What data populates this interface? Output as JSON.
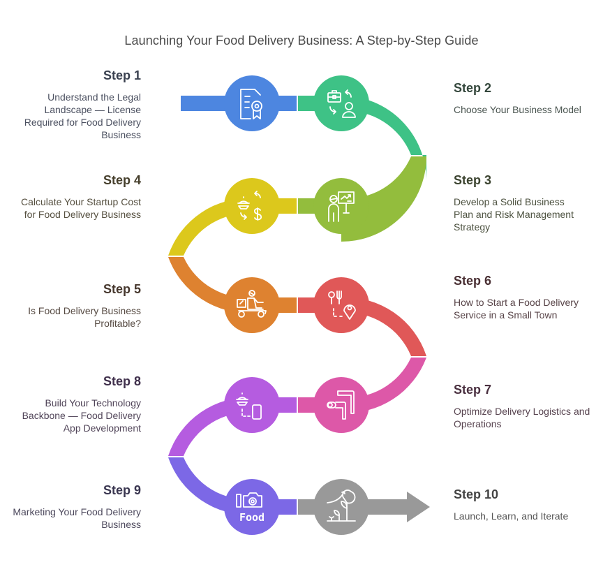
{
  "title": "Launching Your Food Delivery Business: A Step-by-Step Guide",
  "steps": [
    {
      "label": "Step 1",
      "text": "Understand the Legal Landscape — License Required for Food Delivery Business",
      "color": "#4d86e0",
      "heading_color": "#3a4150",
      "text_color": "#4b5060",
      "icon": "certificate-document-icon"
    },
    {
      "label": "Step 2",
      "text": "Choose Your Business Model",
      "color": "#3ec286",
      "heading_color": "#34473c",
      "text_color": "#4a5550",
      "icon": "business-model-switch-icon"
    },
    {
      "label": "Step 3",
      "text": "Develop a Solid Business Plan and Risk Management Strategy",
      "color": "#93bd3d",
      "heading_color": "#3c4430",
      "text_color": "#4d5240",
      "icon": "presentation-growth-icon"
    },
    {
      "label": "Step 4",
      "text": "Calculate Your Startup Cost for Food Delivery Business",
      "color": "#dcc81c",
      "heading_color": "#463f2c",
      "text_color": "#565040",
      "icon": "cloche-dollar-icon"
    },
    {
      "label": "Step 5",
      "text": "Is Food Delivery Business Profitable?",
      "color": "#de8230",
      "heading_color": "#47382e",
      "text_color": "#564a42",
      "icon": "delivery-scooter-icon"
    },
    {
      "label": "Step 6",
      "text": "How to Start a Food Delivery Service in a Small Town",
      "color": "#e05858",
      "heading_color": "#4a3034",
      "text_color": "#584448",
      "icon": "restaurant-location-icon"
    },
    {
      "label": "Step 7",
      "text": "Optimize Delivery Logistics and Operations",
      "color": "#dd58a8",
      "heading_color": "#4a3040",
      "text_color": "#584450",
      "icon": "route-logistics-icon"
    },
    {
      "label": "Step 8",
      "text": "Build Your Technology Backbone — Food Delivery App Development",
      "color": "#b55ce0",
      "heading_color": "#40304c",
      "text_color": "#504458",
      "icon": "cloche-mobile-app-icon"
    },
    {
      "label": "Step 9",
      "text": "Marketing Your Food Delivery Business",
      "color": "#7c68e6",
      "heading_color": "#3a3650",
      "text_color": "#4c485c",
      "icon": "food-camera-icon"
    },
    {
      "label": "Step 10",
      "text": "Launch, Learn, and Iterate",
      "color": "#999999",
      "heading_color": "#444444",
      "text_color": "#555555",
      "icon": "growth-plant-icon"
    }
  ],
  "icon_labels": {
    "food": "Food"
  }
}
